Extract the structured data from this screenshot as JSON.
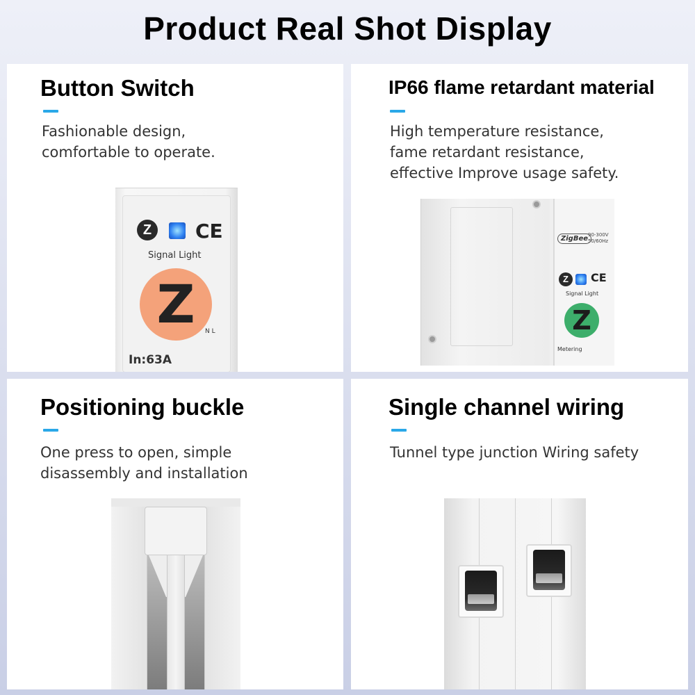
{
  "page": {
    "title": "Product Real Shot Display"
  },
  "panels": {
    "button_switch": {
      "title": "Button Switch",
      "desc": [
        "Fashionable design,",
        "comfortable to operate."
      ],
      "device": {
        "z_logo": "Z",
        "ce_mark": "CE",
        "signal_label": "Signal Light",
        "z_button": "Z",
        "rating": "In:63A",
        "terminal_marks": "N L"
      },
      "accent_color": "#f4a27a"
    },
    "flame_retardant": {
      "title": "IP66 flame retardant material",
      "desc": [
        "High temperature resistance,",
        "fame retardant resistance,",
        "effective Improve usage safety."
      ],
      "device": {
        "brand": "ZigBee",
        "voltage": "90-300V",
        "frequency": "50/60Hz",
        "z_logo": "Z",
        "ce_mark": "CE",
        "signal_label": "Signal Light",
        "z_button": "Z",
        "metering_label": "Metering"
      },
      "accent_color": "#3dae6b"
    },
    "positioning_buckle": {
      "title": "Positioning buckle",
      "desc": [
        "One press to open, simple",
        "disassembly and installation"
      ]
    },
    "single_channel": {
      "title": "Single channel wiring",
      "desc": [
        "Tunnel type junction Wiring safety"
      ]
    }
  },
  "colors": {
    "accent_bar": "#2aa8e8"
  }
}
